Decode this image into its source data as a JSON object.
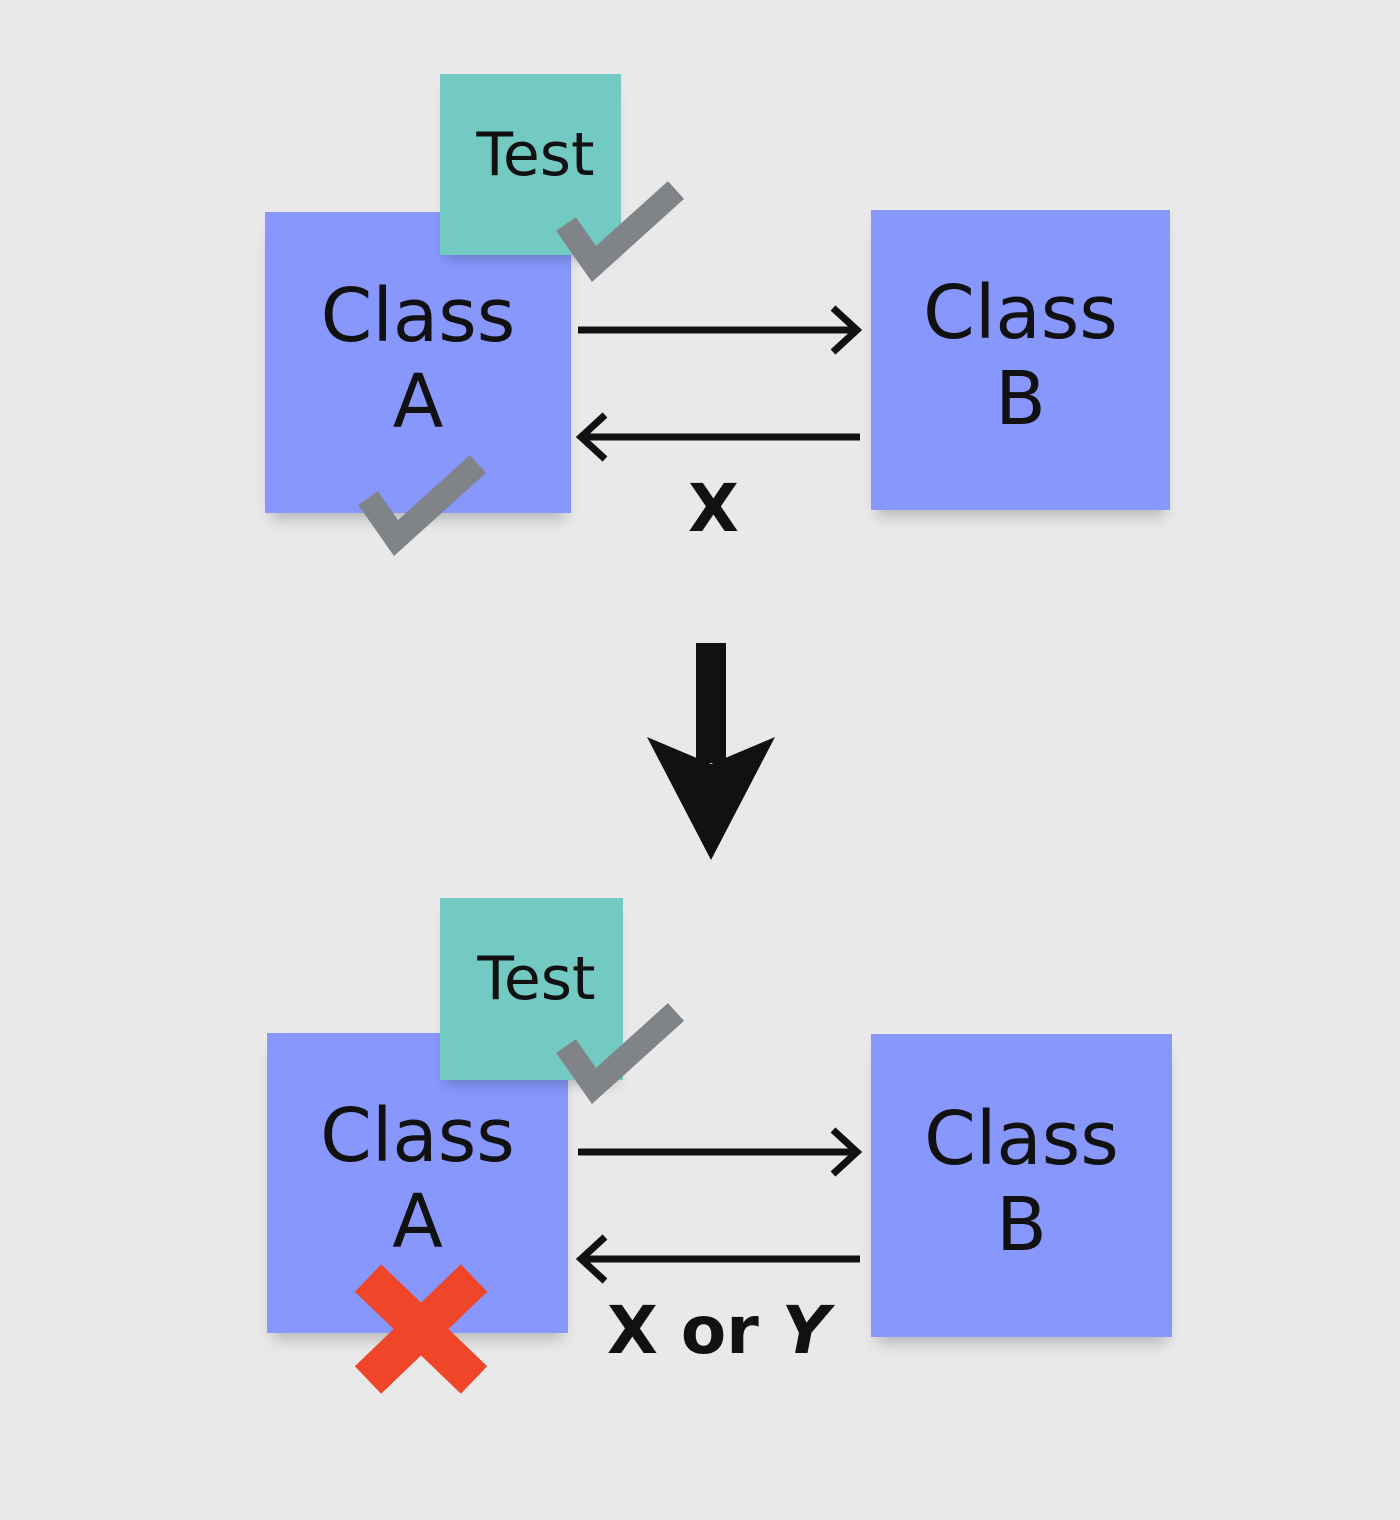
{
  "before": {
    "test_note": "Test",
    "class_a": "Class\nA",
    "class_b": "Class\nB",
    "return_label": "X",
    "class_a_status": "check-icon",
    "test_status": "check-icon"
  },
  "after": {
    "test_note": "Test",
    "class_a": "Class\nA",
    "class_b": "Class\nB",
    "return_label_x": "X or",
    "return_label_y": "Y",
    "class_a_status": "cross-icon",
    "test_status": "check-icon"
  },
  "colors": {
    "class_note": "#8797fc",
    "test_note": "#72cac2",
    "check_mark": "#808388",
    "cross_mark": "#ef4528",
    "arrow": "#111111",
    "background": "#e9e9e9"
  }
}
